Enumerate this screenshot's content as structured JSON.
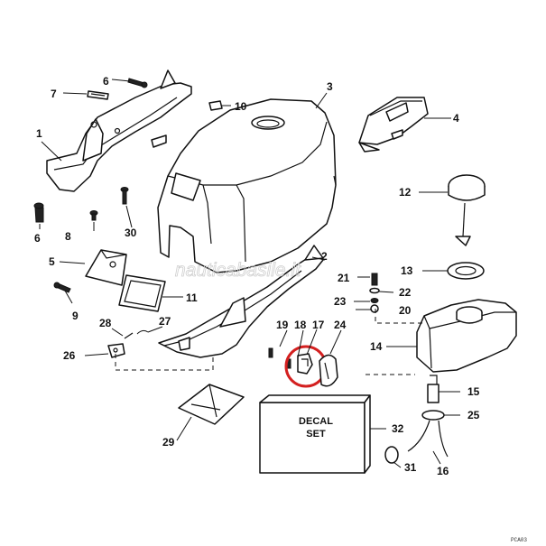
{
  "labels": {
    "l1": "1",
    "l2": "2",
    "l3": "3",
    "l4": "4",
    "l5": "5",
    "l6a": "6",
    "l6b": "6",
    "l7": "7",
    "l8": "8",
    "l9": "9",
    "l10": "10",
    "l11": "11",
    "l12": "12",
    "l13": "13",
    "l14": "14",
    "l15": "15",
    "l16": "16",
    "l17": "17",
    "l18": "18",
    "l19": "19",
    "l20": "20",
    "l21": "21",
    "l22": "22",
    "l23": "23",
    "l24": "24",
    "l25": "25",
    "l26": "26",
    "l27": "27",
    "l28": "28",
    "l29": "29",
    "l30": "30",
    "l31": "31",
    "l32": "32"
  },
  "decal_box": {
    "line1": "DECAL",
    "line2": "SET"
  },
  "watermark": "nauticabasile.it",
  "figure_code": "PCA03",
  "highlight_color": "#d42020"
}
